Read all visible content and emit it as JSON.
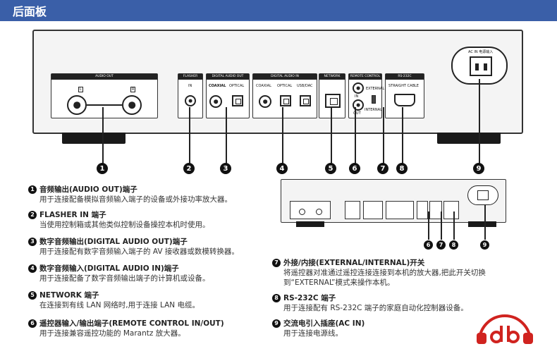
{
  "section_title": "后面板",
  "panel_labels": {
    "audio_out": "AUDIO OUT",
    "audio_out_left": "L",
    "audio_out_right": "R",
    "flasher": "FLASHER",
    "flasher_in": "IN",
    "digital_audio_out": "DIGITAL AUDIO OUT",
    "coaxial": "COAXIAL",
    "optical": "OPTICAL",
    "digital_audio_in": "DIGITAL AUDIO IN",
    "usb_dac": "USB/DAC",
    "network": "NETWORK",
    "remote_control": "REMOTE CONTROL",
    "remote_in": "IN",
    "remote_out": "OUT",
    "external": "EXTERNAL",
    "internal": "INTERNAL",
    "rs232c": "RS-232C",
    "straight_cable": "STRAIGHT CABLE",
    "ac_in": "AC IN 电源输入"
  },
  "callouts": [
    "1",
    "2",
    "3",
    "4",
    "5",
    "6",
    "7",
    "8",
    "9"
  ],
  "descriptions": [
    {
      "num": "1",
      "title": "音频输出(AUDIO OUT)端子",
      "body": "用于连接配备模拟音频输入端子的设备或外接功率放大器。"
    },
    {
      "num": "2",
      "title": "FLASHER IN 端子",
      "body": "当使用控制箱或其他类似控制设备操控本机时使用。"
    },
    {
      "num": "3",
      "title": "数字音频输出(DIGITAL AUDIO OUT)端子",
      "body": "用于连接配有数字音频输入端子的 AV 接收器或数模转换器。"
    },
    {
      "num": "4",
      "title": "数字音频输入(DIGITAL AUDIO IN)端子",
      "body": "用于连接配备了数字音频输出端子的计算机或设备。"
    },
    {
      "num": "5",
      "title": "NETWORK 端子",
      "body": "在连接到有线 LAN 网络时,用于连接 LAN 电缆。"
    },
    {
      "num": "6",
      "title": "遥控器输入/输出端子(REMOTE CONTROL IN/OUT)",
      "body": "用于连接兼容遥控功能的 Marantz 放大器。"
    },
    {
      "num": "7",
      "title": "外接/内接(EXTERNAL/INTERNAL)开关",
      "body": "将遥控器对准通过遥控连接连接到本机的放大器,把此开关切换到“EXTERNAL”模式来操作本机。"
    },
    {
      "num": "8",
      "title": "RS-232C 端子",
      "body": "用于连接配有 RS-232C 端子的家庭自动化控制器设备。"
    },
    {
      "num": "9",
      "title": "交流电引入插座(AC IN)",
      "body": "用于连接电源线。"
    }
  ],
  "colors": {
    "header": "#3a5fa8",
    "logo": "#d0231f"
  }
}
